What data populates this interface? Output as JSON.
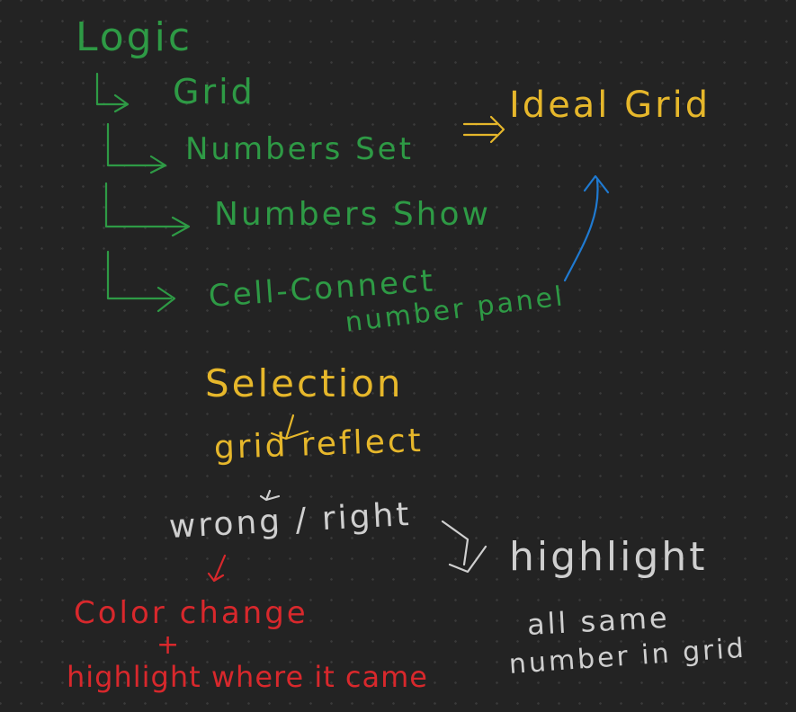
{
  "colors": {
    "background": "#232323",
    "green": "#2e9a45",
    "yellow": "#e6b72b",
    "white": "#cfcfcf",
    "red": "#d8282c",
    "blue": "#1f7ad1"
  },
  "notes": {
    "logic": "Logic",
    "grid": "Grid",
    "numbers_set": "Numbers Set",
    "ideal_grid": "Ideal Grid",
    "numbers_show": "Numbers Show",
    "cell_connect": "Cell-Connect",
    "number_panel": "number panel",
    "selection": "Selection",
    "grid_reflect": "grid reflect",
    "wrong_right": "wrong / right",
    "highlight": "highlight",
    "all_same": "all same",
    "number_in_grid": "number in grid",
    "color_change": "Color change",
    "plus": "+",
    "highlight_where": "highlight where it came"
  },
  "icons": {
    "branch_arrow": "hook-arrow-icon",
    "implies_arrow": "double-arrow-icon",
    "down_arrow": "down-arrow-icon",
    "curved_arrow": "curved-arrow-icon"
  }
}
